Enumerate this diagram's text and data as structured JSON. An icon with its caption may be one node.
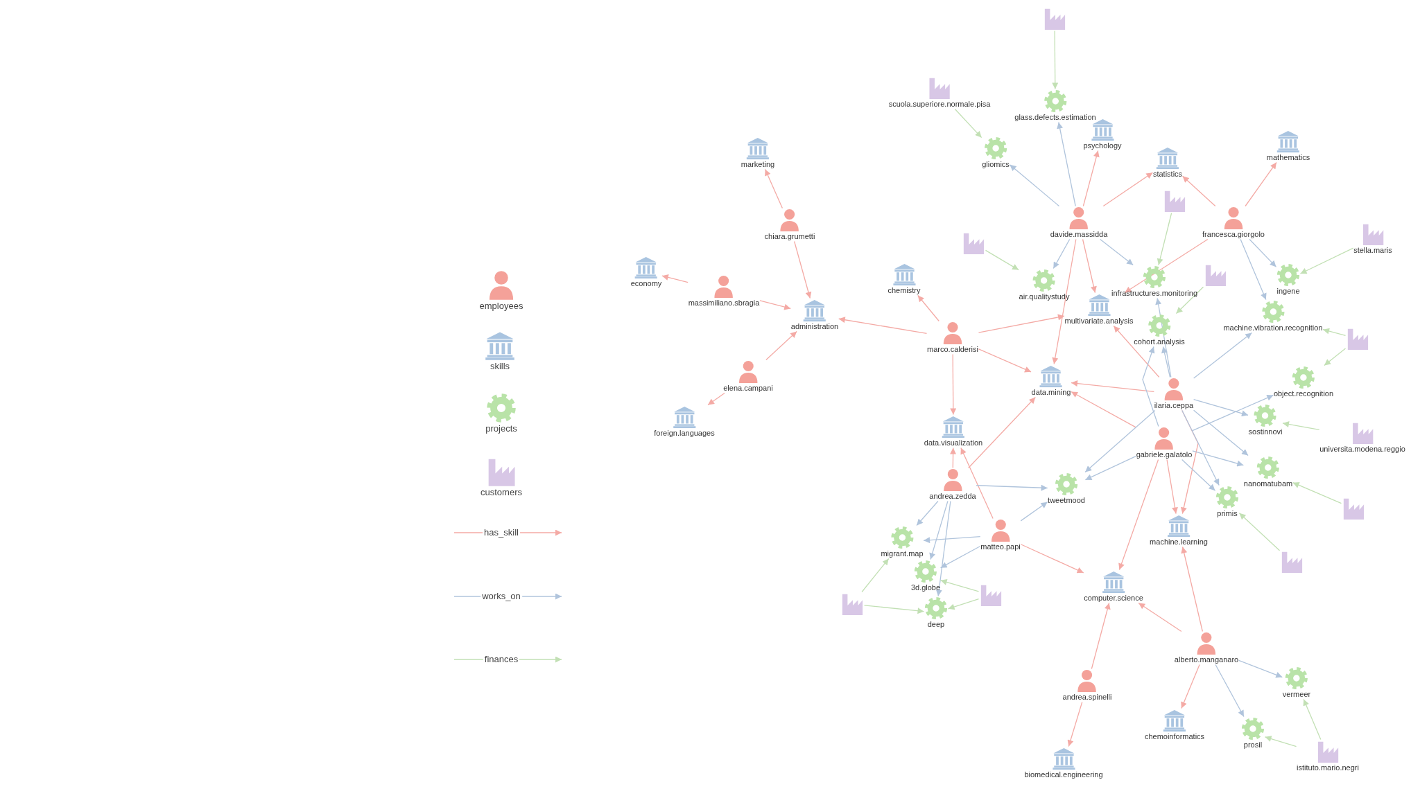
{
  "diagram": {
    "nodes": [
      {
        "text": [],
        "shape": "factory"
      },
      {
        "text": [
          "scuola.superiore.normale.pisa"
        ]
      },
      {
        "text": [
          "glass.defects.estimation"
        ]
      },
      {
        "text": [
          "psychology"
        ]
      },
      {
        "text": [
          "mathematics"
        ]
      },
      {
        "text": [
          "marketing"
        ]
      },
      {
        "text": [
          "gliomics"
        ]
      },
      {
        "text": [
          "statistics"
        ]
      },
      {
        "text": [],
        "shape": "factory"
      },
      {
        "text": [
          "chiara.grumetti"
        ]
      },
      {
        "text": [
          "davide.massidda"
        ]
      },
      {
        "text": [
          "francesca.giorgolo"
        ]
      },
      {
        "text": [
          "stella.maris"
        ]
      },
      {
        "text": [],
        "shape": "factory"
      },
      {
        "text": [
          "economy"
        ]
      },
      {
        "text": [
          "chemistry"
        ]
      },
      {
        "text": [],
        "shape": "factory"
      },
      {
        "text": [
          "ingene"
        ]
      },
      {
        "text": [
          "massimiliano.sbragia"
        ]
      },
      {
        "text": [
          "air.qualitystudy"
        ]
      },
      {
        "text": [
          "infrastructures.monitoring"
        ]
      },
      {
        "text": [
          "multivariate.analysis"
        ]
      },
      {
        "text": [
          "administration"
        ]
      },
      {
        "text": [
          "machine.vibration.recognition"
        ]
      },
      {
        "text": [
          "cohort.analysis"
        ]
      },
      {
        "text": [
          "marco.calderisi"
        ]
      },
      {
        "text": [],
        "shape": "factory"
      },
      {
        "text": [
          "elena.campani"
        ]
      },
      {
        "text": [
          "data.mining"
        ]
      },
      {
        "text": [
          "ilaria.ceppa"
        ]
      },
      {
        "text": [
          "object.recognition"
        ]
      },
      {
        "text": [
          "sostinnovi"
        ]
      },
      {
        "text": [
          "foreign.languages"
        ]
      },
      {
        "text": [
          "data.visualization"
        ]
      },
      {
        "text": [
          "universita.modena.reggio"
        ]
      },
      {
        "text": [
          "gabriele.galatolo"
        ]
      },
      {
        "text": [
          "nanomatubam"
        ]
      },
      {
        "text": [
          "andrea.zedda"
        ]
      },
      {
        "text": [
          "tweetmood"
        ]
      },
      {
        "text": [
          "primis"
        ]
      },
      {
        "text": [],
        "shape": "factory"
      },
      {
        "text": [
          "machine.learning"
        ]
      },
      {
        "text": [
          "matteo.papi"
        ]
      },
      {
        "text": [
          "migrant.map"
        ]
      },
      {
        "text": [],
        "shape": "factory"
      },
      {
        "text": [
          "3d.globe"
        ]
      },
      {
        "text": [
          "computer.science"
        ]
      },
      {
        "text": [],
        "shape": "factory"
      },
      {
        "text": [
          "deep"
        ]
      },
      {
        "text": [],
        "shape": "factory"
      },
      {
        "text": [
          "alberto.manganaro"
        ]
      },
      {
        "text": [
          "vermeer"
        ]
      },
      {
        "text": [
          "andrea.spinelli"
        ]
      },
      {
        "text": [
          "chemoinformatics"
        ]
      },
      {
        "text": [
          "prosil"
        ]
      },
      {
        "text": [
          "istituto.mario.negri"
        ]
      },
      {
        "text": [
          "biomedical.engineering"
        ]
      }
    ],
    "edges": [
      {
        "from": 9,
        "to": 5,
        "arrow": "to",
        "color": "#f4aaa5"
      },
      {
        "from": 9,
        "to": 22,
        "arrow": "to",
        "color": "#f4aaa5"
      },
      {
        "from": 18,
        "to": 14,
        "arrow": "to",
        "color": "#f4aaa5"
      },
      {
        "from": 18,
        "to": 22,
        "arrow": "to",
        "color": "#f4aaa5"
      },
      {
        "from": 27,
        "to": 22,
        "arrow": "to",
        "color": "#f4aaa5"
      },
      {
        "from": 27,
        "to": 32,
        "arrow": "to",
        "color": "#f4aaa5"
      },
      {
        "from": 25,
        "to": 22,
        "arrow": "to",
        "color": "#f4aaa5"
      },
      {
        "from": 25,
        "to": 15,
        "arrow": "to",
        "color": "#f4aaa5"
      },
      {
        "from": 25,
        "to": 33,
        "arrow": "to",
        "color": "#f4aaa5"
      },
      {
        "from": 25,
        "to": 28,
        "arrow": "to",
        "color": "#f4aaa5"
      },
      {
        "from": 25,
        "to": 21,
        "arrow": "to",
        "color": "#f4aaa5"
      },
      {
        "from": 10,
        "to": 3,
        "arrow": "to",
        "color": "#f4aaa5"
      },
      {
        "from": 10,
        "to": 7,
        "arrow": "to",
        "color": "#f4aaa5"
      },
      {
        "from": 10,
        "to": 21,
        "arrow": "to",
        "color": "#f4aaa5"
      },
      {
        "from": 10,
        "to": 28,
        "arrow": "to",
        "color": "#f4aaa5"
      },
      {
        "from": 11,
        "to": 7,
        "arrow": "to",
        "color": "#f4aaa5"
      },
      {
        "from": 11,
        "to": 4,
        "arrow": "to",
        "color": "#f4aaa5"
      },
      {
        "from": 11,
        "to": 21,
        "arrow": "to",
        "color": "#f4aaa5"
      },
      {
        "from": 29,
        "to": 28,
        "arrow": "to",
        "color": "#f4aaa5"
      },
      {
        "from": 29,
        "to": 41,
        "arrow": "to",
        "color": "#f4aaa5"
      },
      {
        "from": 29,
        "to": 21,
        "arrow": "to",
        "color": "#f4aaa5"
      },
      {
        "from": 35,
        "to": 28,
        "arrow": "to",
        "color": "#f4aaa5"
      },
      {
        "from": 35,
        "to": 41,
        "arrow": "to",
        "color": "#f4aaa5"
      },
      {
        "from": 35,
        "to": 46,
        "arrow": "to",
        "color": "#f4aaa5"
      },
      {
        "from": 37,
        "to": 33,
        "arrow": "to",
        "color": "#f4aaa5"
      },
      {
        "from": 37,
        "to": 28,
        "arrow": "to",
        "color": "#f4aaa5"
      },
      {
        "from": 42,
        "to": 33,
        "arrow": "to",
        "color": "#f4aaa5"
      },
      {
        "from": 42,
        "to": 46,
        "arrow": "to",
        "color": "#f4aaa5"
      },
      {
        "from": 50,
        "to": 46,
        "arrow": "to",
        "color": "#f4aaa5"
      },
      {
        "from": 50,
        "to": 41,
        "arrow": "to",
        "color": "#f4aaa5"
      },
      {
        "from": 50,
        "to": 53,
        "arrow": "to",
        "color": "#f4aaa5"
      },
      {
        "from": 52,
        "to": 46,
        "arrow": "to",
        "color": "#f4aaa5"
      },
      {
        "from": 52,
        "to": 56,
        "arrow": "to",
        "color": "#f4aaa5"
      },
      {
        "from": 10,
        "to": 2,
        "arrow": "to",
        "color": "#b0c4dc"
      },
      {
        "from": 10,
        "to": 6,
        "arrow": "to",
        "color": "#b0c4dc"
      },
      {
        "from": 10,
        "to": 19,
        "arrow": "to",
        "color": "#b0c4dc"
      },
      {
        "from": 10,
        "to": 20,
        "arrow": "to",
        "color": "#b0c4dc"
      },
      {
        "from": 11,
        "to": 17,
        "arrow": "to",
        "color": "#b0c4dc"
      },
      {
        "from": 11,
        "to": 23,
        "arrow": "to",
        "color": "#b0c4dc"
      },
      {
        "from": 29,
        "to": 24,
        "arrow": "to",
        "color": "#b0c4dc"
      },
      {
        "from": 29,
        "to": 23,
        "arrow": "to",
        "color": "#b0c4dc"
      },
      {
        "from": 29,
        "to": 31,
        "arrow": "to",
        "color": "#b0c4dc"
      },
      {
        "from": 29,
        "to": 36,
        "arrow": "to",
        "color": "#b0c4dc"
      },
      {
        "from": 29,
        "to": 39,
        "arrow": "to",
        "color": "#b0c4dc"
      },
      {
        "from": 29,
        "to": 38,
        "arrow": "to",
        "color": "#b0c4dc"
      },
      {
        "from": 29,
        "to": 20,
        "arrow": "to",
        "color": "#b0c4dc"
      },
      {
        "from": 35,
        "to": 24,
        "arrow": "to",
        "color": "#b0c4dc"
      },
      {
        "from": 35,
        "to": 30,
        "arrow": "to",
        "color": "#b0c4dc"
      },
      {
        "from": 35,
        "to": 36,
        "arrow": "to",
        "color": "#b0c4dc"
      },
      {
        "from": 35,
        "to": 39,
        "arrow": "to",
        "color": "#b0c4dc"
      },
      {
        "from": 35,
        "to": 38,
        "arrow": "to",
        "color": "#b0c4dc"
      },
      {
        "from": 37,
        "to": 38,
        "arrow": "to",
        "color": "#b0c4dc"
      },
      {
        "from": 37,
        "to": 43,
        "arrow": "to",
        "color": "#b0c4dc"
      },
      {
        "from": 37,
        "to": 45,
        "arrow": "to",
        "color": "#b0c4dc"
      },
      {
        "from": 37,
        "to": 48,
        "arrow": "to",
        "color": "#b0c4dc"
      },
      {
        "from": 42,
        "to": 43,
        "arrow": "to",
        "color": "#b0c4dc"
      },
      {
        "from": 42,
        "to": 45,
        "arrow": "to",
        "color": "#b0c4dc"
      },
      {
        "from": 42,
        "to": 38,
        "arrow": "to",
        "color": "#b0c4dc"
      },
      {
        "from": 50,
        "to": 51,
        "arrow": "to",
        "color": "#b0c4dc"
      },
      {
        "from": 50,
        "to": 54,
        "arrow": "to",
        "color": "#b0c4dc"
      },
      {
        "from": 0,
        "to": 2,
        "arrow": "to",
        "color": "#c2e0b4"
      },
      {
        "from": 1,
        "to": 6,
        "arrow": "to",
        "color": "#c2e0b4"
      },
      {
        "from": 13,
        "to": 19,
        "arrow": "to",
        "color": "#c2e0b4"
      },
      {
        "from": 8,
        "to": 20,
        "arrow": "to",
        "color": "#c2e0b4"
      },
      {
        "from": 16,
        "to": 24,
        "arrow": "to",
        "color": "#c2e0b4"
      },
      {
        "from": 12,
        "to": 17,
        "arrow": "to",
        "color": "#c2e0b4"
      },
      {
        "from": 26,
        "to": 23,
        "arrow": "to",
        "color": "#c2e0b4"
      },
      {
        "from": 26,
        "to": 30,
        "arrow": "to",
        "color": "#c2e0b4"
      },
      {
        "from": 34,
        "to": 31,
        "arrow": "to",
        "color": "#c2e0b4"
      },
      {
        "from": 40,
        "to": 36,
        "arrow": "to",
        "color": "#c2e0b4"
      },
      {
        "from": 44,
        "to": 39,
        "arrow": "to",
        "color": "#c2e0b4"
      },
      {
        "from": 55,
        "to": 54,
        "arrow": "to",
        "color": "#c2e0b4"
      },
      {
        "from": 55,
        "to": 51,
        "arrow": "to",
        "color": "#c2e0b4"
      },
      {
        "from": 49,
        "to": 43,
        "arrow": "to",
        "color": "#c2e0b4"
      },
      {
        "from": 49,
        "to": 48,
        "arrow": "to",
        "color": "#c2e0b4"
      },
      {
        "from": 47,
        "to": 45,
        "arrow": "to",
        "color": "#c2e0b4"
      },
      {
        "from": 47,
        "to": 48,
        "arrow": "to",
        "color": "#c2e0b4"
      }
    ],
    "legend": [
      {
        "text": "employees"
      },
      {
        "text": "skills"
      },
      {
        "text": "projects"
      },
      {
        "text": "customers"
      },
      {
        "text": "has_skill"
      },
      {
        "text": "works_on"
      },
      {
        "text": "finances"
      }
    ]
  }
}
